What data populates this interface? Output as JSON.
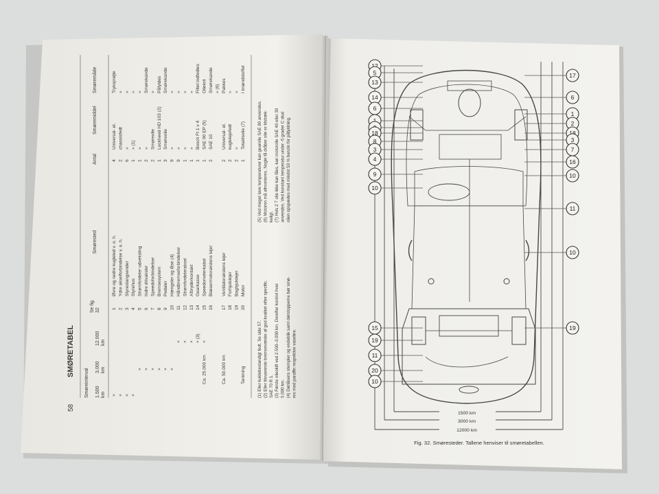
{
  "left_page": {
    "page_number": "58",
    "title": "SMØRETABEL",
    "col_headers": {
      "interval_group": "Smøreinterval",
      "km1500": "1.500",
      "km3000": "3.000",
      "km12000": "12.000",
      "km_unit": "km",
      "se_fig": "Se fig.",
      "se_fig_num": "32",
      "smoerested": "Smørested",
      "antal": "Antal",
      "smoeremiddel": "Smøremiddel",
      "smoeremaade": "Smøremåde"
    },
    "groups": [
      {
        "label": "Ca. 25.000 km",
        "row_index": 14
      },
      {
        "label": "Ca. 50.000 km",
        "row_index": 17
      },
      {
        "label": "Tankning",
        "row_index": 20
      }
    ],
    "rows": [
      {
        "x1500": "×",
        "x3000": "",
        "x12000": "",
        "nr": "1",
        "place": "Øvre og nedre kugleled v. o. h.",
        "antal": "4",
        "middel": "Universal- el.",
        "maade": "Tryksprøjte"
      },
      {
        "x1500": "×",
        "x3000": "",
        "x12000": "",
        "nr": "2",
        "place": "Ydre akselforbindelse v. o. h.",
        "antal": "2",
        "middel": "chassisfedt",
        "maade": "»"
      },
      {
        "x1500": "×",
        "x3000": "",
        "x12000": "",
        "nr": "3",
        "place": "Styrestangsender",
        "antal": "6",
        "middel": "»",
        "maade": "»"
      },
      {
        "x1500": "×",
        "x3000": "",
        "x12000": "",
        "nr": "4",
        "place": "Styrehus",
        "antal": "1",
        "middel": "» (1)",
        "maade": "»"
      },
      {
        "x1500": "",
        "x3000": "×",
        "x12000": "",
        "nr": "5",
        "place": "Strømfordeler udveksling",
        "antal": "1",
        "middel": "»",
        "maade": "»"
      },
      {
        "x1500": "",
        "x3000": "×",
        "x12000": "",
        "nr": "6",
        "place": "Indre drivaksler",
        "antal": "2",
        "middel": "»",
        "maade": "Smørekande"
      },
      {
        "x1500": "",
        "x3000": "×",
        "x12000": "",
        "nr": "7",
        "place": "Speedoforbindelser",
        "antal": "2",
        "middel": "Smøreolie",
        "maade": "»"
      },
      {
        "x1500": "",
        "x3000": "×",
        "x12000": "",
        "nr": "8",
        "place": "Bremsesystem",
        "antal": "1",
        "middel": "Lockheed HD 103 (2)",
        "maade": "Påfyldes"
      },
      {
        "x1500": "",
        "x3000": "×",
        "x12000": "",
        "nr": "9",
        "place": "Pedaler",
        "antal": "3",
        "middel": "Smøreolie",
        "maade": "Smørekande"
      },
      {
        "x1500": "",
        "x3000": "×",
        "x12000": "",
        "nr": "10",
        "place": "Hængsler og låse (4)",
        "antal": "9",
        "middel": "»",
        "maade": "»"
      },
      {
        "x1500": "",
        "x3000": "",
        "x12000": "×",
        "nr": "11",
        "place": "Håndbremseforbindelser",
        "antal": "9",
        "middel": "»",
        "maade": "»"
      },
      {
        "x1500": "",
        "x3000": "",
        "x12000": "×",
        "nr": "12",
        "place": "Strømfordeleraksel",
        "antal": "1",
        "middel": "»",
        "maade": "»"
      },
      {
        "x1500": "",
        "x3000": "",
        "x12000": "×",
        "nr": "13",
        "place": "Afbryderkontakt",
        "antal": "1",
        "middel": "»",
        "maade": "»"
      },
      {
        "x1500": "",
        "x3000": "",
        "x12000": "× (3)",
        "nr": "14",
        "place": "Gearkasse",
        "antal": "1",
        "middel": "Bosch Ft 1 v 4",
        "maade": "Filtet indfedtes"
      },
      {
        "x1500": "",
        "x3000": "",
        "x12000": "×",
        "nr": "15",
        "place": "Speedometerkabel",
        "antal": "1",
        "middel": "SAE 90 EP (5)",
        "maade": "Oliekrit"
      },
      {
        "x1500": "",
        "x3000": "",
        "x12000": "",
        "nr": "16",
        "place": "Blæsermotorakslens lejer",
        "antal": "2",
        "middel": "SAE 10",
        "maade": "Smørekande"
      },
      {
        "x1500": "",
        "x3000": "",
        "x12000": "",
        "nr": "",
        "place": "",
        "antal": "",
        "middel": "",
        "maade": "» (6)"
      },
      {
        "x1500": "",
        "x3000": "",
        "x12000": "",
        "nr": "17",
        "place": "Ventilatorakslens lejer",
        "antal": "2",
        "middel": "Universal- el.",
        "maade": "Pakkes"
      },
      {
        "x1500": "",
        "x3000": "",
        "x12000": "",
        "nr": "18",
        "place": "Forhjulslejer",
        "antal": "2",
        "middel": "kuglelejefedt",
        "maade": "»"
      },
      {
        "x1500": "",
        "x3000": "",
        "x12000": "",
        "nr": "19",
        "place": "Baghjulslejer",
        "antal": "2",
        "middel": "»",
        "maade": "»"
      },
      {
        "x1500": "",
        "x3000": "",
        "x12000": "",
        "nr": "20",
        "place": "Motor",
        "antal": "1",
        "middel": "Totaktsolie (7)",
        "maade": "I brændstoffet"
      }
    ],
    "footnotes_col1": [
      "(1) Eller kuldebestandigt fedt. Se side 57.",
      "(2) Eller tilsvarende bremsevæske af god kvalitet efter specific.",
      "    SAE 70 R 1.",
      "(3) Første olieskift ved 2.500–3.000 km. Derefter kontrol hver",
      "    5.000 km.",
      "(4) Dørlåsens stempler og endeblik samt dørstopperne bør smø-",
      "    res med paraffin respektive vaseline."
    ],
    "footnotes_col2": [
      "(5) Ved meget lave temperaturer kan gearolie SAE 80 anvendes.",
      "(6) Motoren må afmonteres. Nogle få dråber olie er tilstræk-",
      "    keligt.",
      "(7) Hvis 2 T olie ikke kan fåes, kan motorolie SAE 40 eller 30",
      "    anvendes. Ved konstant temperatur under -5 grader C skal",
      "    olien opspædes med mindst 50 % benzin for påfyldning."
    ]
  },
  "right_page": {
    "caption": "Fig. 32. Smøresteder. Tallene henviser til smøretabellen.",
    "intervals": [
      "1500 km",
      "3000 km",
      "12000 km"
    ],
    "callouts_left": [
      "12",
      "5",
      "13",
      "14",
      "6",
      "1",
      "2",
      "18",
      "8",
      "3",
      "4",
      "9",
      "10",
      "15",
      "19",
      "11",
      "20",
      "10"
    ],
    "callouts_right": [
      "17",
      "6",
      "1",
      "2",
      "18",
      "3",
      "7",
      "16",
      "10",
      "11",
      "10",
      "19"
    ]
  }
}
